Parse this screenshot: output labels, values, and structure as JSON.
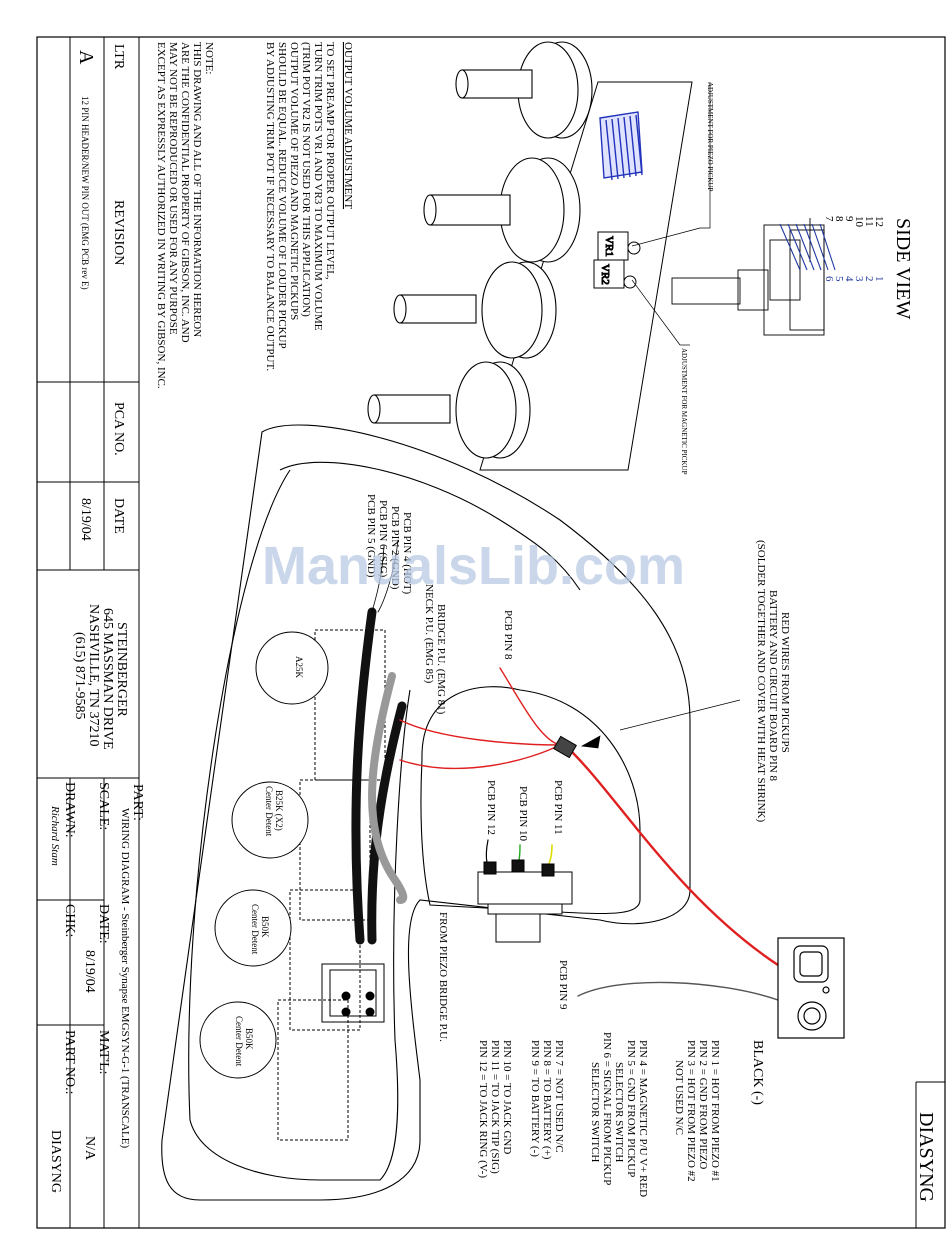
{
  "header": {
    "doc_id_box": "DIASYNG",
    "side_view": "SIDE VIEW"
  },
  "side_view": {
    "pin_numbers_top": [
      "12",
      "11",
      "10",
      "9",
      "8",
      "7"
    ],
    "pin_numbers_bottom": [
      "1",
      "2",
      "3",
      "4",
      "5",
      "6"
    ],
    "adj_piezo": "ADJUSTMENT FOR PIEZO PICKUP",
    "adj_magnetic": "ADJUSTMENT FOR MAGNETIC PICKUP",
    "vr1": "VR1",
    "vr2": "VR2"
  },
  "notes": {
    "output_title": "OUTPUT VOLUME ADJUSTMENT",
    "output_lines": [
      "TO SET PREAMP FOR PROPER OUTPUT LEVEL,",
      "TURN TRIM POTS VR1 AND VR3 TO MAXIMUM VOLUME",
      "(TRIM POT VR2 IS NOT USED FOR THIS APPLICATION)",
      "OUTPUT VOLUME OF PIEZO AND MAGNETIC PICKUPS",
      "SHOULD BE EQUAL.  REDUCE VOLUME OF LOUDER PICKUP",
      "BY ADJUSTING TRIM POT IF NECESSARY TO BALANCE OUTPUT."
    ],
    "legal_lines": [
      "NOTE:",
      "THIS DRAWING AND ALL OF THE INFORMATION HEREON",
      "ARE THE CONFIDENTIAL PROPERTY OF GIBSON, INC. AND",
      "MAY NOT BE REPRODUCED OR USED FOR ANY PURPOSE",
      "EXCEPT AS EXPRESSLY AUTHORIZED IN WRITING BY GIBSON, INC."
    ]
  },
  "diagram_labels": {
    "red_wires": [
      "RED WIRES FROM PICKUPS",
      "BATTERY AND CIRCUIT BOARD PIN 8",
      "(SOLDER TOGETHER AND COVER WITH HEAT SHRINK)"
    ],
    "pcb_pin_8": "PCB PIN 8",
    "pcb_pin_9": "PCB PIN 9",
    "pcb_pin_10": "PCB PIN 10",
    "pcb_pin_11": "PCB PIN 11",
    "pcb_pin_12": "PCB PIN 12",
    "pcb_pin_hot": "PCB PIN 4 (HOT)",
    "pcb_pin_gnd": "PCB PIN 2 (GND)",
    "pcb_pin_6": "PCB PIN 6 (SIG)",
    "pcb_pin_5": "PCB PIN 5 (GND)",
    "bridge_pu": "BRIDGE P.U. (EMG 81)",
    "neck_pu": "NECK P.U. (EMG 85)",
    "piezo_bridge": "FROM PIEZO BRIDGE P.U.",
    "black": "BLACK (-)",
    "pot_a25k": "A25K",
    "pot_b25k": [
      "B25K (X2)",
      "Center Detent"
    ],
    "pot_b50k_1": [
      "B50K",
      "Center Detent"
    ],
    "pot_b50k_2": [
      "B50K",
      "Center Detent"
    ],
    "watermark": "ManualsLib.com"
  },
  "pin_legend": [
    "PIN 1 = HOT FROM PIEZO #1",
    "PIN 2 = GND FROM PIEZO",
    "PIN 3 = HOT FROM PIEZO #2",
    "NOT USED N/C",
    "PIN 4 = MAGNETIC P/U V+ RED",
    "PIN 5 = GND FROM PICKUP",
    "SELECTOR SWITCH",
    "PIN 6 = SIGNAL FROM PICKUP",
    "SELECTOR SWITCH",
    "PIN 7 = NOT USED N/C",
    "PIN 8 = TO BATTERY (+)",
    "PIN 9 = TO BATTERY (-)",
    "PIN 10 = TO JACK GND",
    "PIN 11 = TO JACK TIP (SIG)",
    "PIN 12 = TO JACK RING (V-)"
  ],
  "revision_table": {
    "ltr_header": "LTR",
    "revision_header": "REVISION",
    "pca_header": "PCA NO.",
    "date_header": "DATE",
    "ltr": "A",
    "revision": "12 PIN HEADER/NEW PIN OUT (EMG PCB rev E)",
    "date": "8/19/04"
  },
  "company": {
    "name": "STEINBERGER",
    "address1": "645 MASSMAN DRIVE",
    "address2": "NASHVILLE, TN 37210",
    "phone": "(615) 871-9585"
  },
  "title_block": {
    "part_label": "PART:",
    "part_value": "WIRING DIAGRAM - Steinberger Synapse EMGSYN-G-1 (TRANSCALE)",
    "scale_label": "SCALE:",
    "date_label": "DATE:",
    "date_value": "8/19/04",
    "matl_label": "MAT'L:",
    "matl_value": "N/A",
    "drawn_label": "DRAWN:",
    "drawn_value": "Richard Stam",
    "chk_label": "CHK:",
    "partno_label": "PART NO.:",
    "partno_value": "DIASYNG"
  }
}
